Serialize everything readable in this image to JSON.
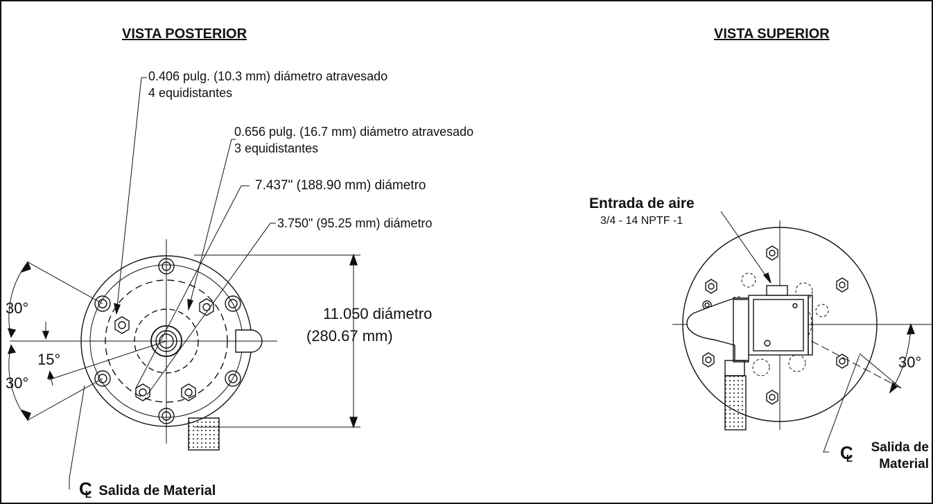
{
  "rear_view": {
    "title": "VISTA POSTERIOR",
    "note_holes_small": {
      "line1": "0.406 pulg.  (10.3 mm) diámetro atravesado",
      "line2": "4 equidistantes"
    },
    "note_holes_large": {
      "line1": "0.656 pulg. (16.7 mm)  diámetro atravesado",
      "line2": "3 equidistantes"
    },
    "note_bolt_circle": "7.437\" (188.90 mm)  diámetro",
    "note_center_circle": "3.750\" (95.25 mm) diámetro",
    "overall_diameter": {
      "line1": "11.050 diámetro",
      "line2": "(280.67 mm)"
    },
    "angles": {
      "upper": "30°",
      "middle": "15°",
      "lower": "30°"
    },
    "centerline_label": "Salida de Material",
    "centerline_symbol": "C",
    "centerline_sub": "L"
  },
  "top_view": {
    "title": "VISTA SUPERIOR",
    "air_inlet_label": "Entrada de aire",
    "air_inlet_spec": "3/4 - 14 NPTF -1",
    "angle": "30°",
    "centerline_label": {
      "line1": "Salida de",
      "line2": "Material"
    },
    "centerline_symbol": "C",
    "centerline_sub": "L"
  },
  "colors": {
    "line": "#111111",
    "fill_light": "#ffffff"
  }
}
